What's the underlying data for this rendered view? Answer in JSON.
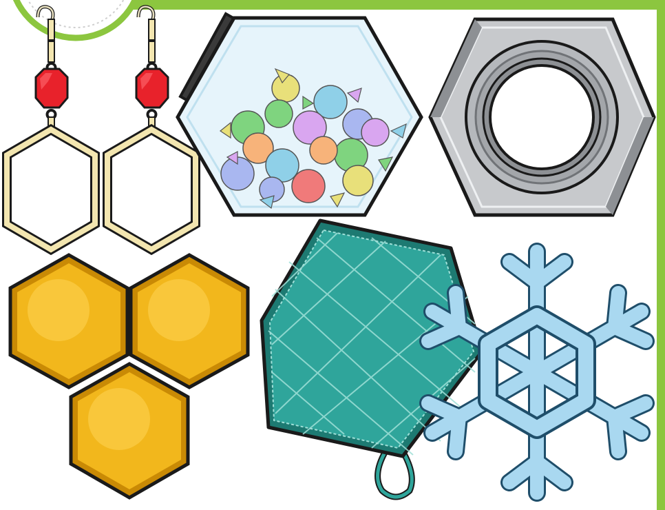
{
  "image": {
    "description_items": [
      "hexagon-earrings",
      "candy-jar",
      "hex-nut",
      "honeycomb",
      "pot-holder",
      "snowflake"
    ]
  },
  "colors": {
    "frame_green": "#8cc63f",
    "outline": "#1a1a1a",
    "gold_light": "#f3e6b0",
    "gold_dark": "#c9b36a",
    "ruby": "#e8222b",
    "ruby_dark": "#9e1016",
    "jar_glass": "#e6f4fb",
    "jar_lid": "#3a3a3a",
    "candy_colors": [
      "#7fd47f",
      "#8fd0e8",
      "#d9a6f0",
      "#f7b37a",
      "#a9b7f0",
      "#f07a7a",
      "#e8e07a"
    ],
    "nut_face": "#c7c9cc",
    "nut_dark": "#8d9094",
    "nut_light": "#eef0f2",
    "honey": "#f2b71c",
    "honey_dark": "#c98a05",
    "honey_light": "#ffd85a",
    "potholder": "#2fa59b",
    "potholder_dark": "#1d7a72",
    "potholder_grid": "#9fe0d8",
    "snow": "#a9d8f0",
    "snow_dark": "#4f8fb3"
  }
}
